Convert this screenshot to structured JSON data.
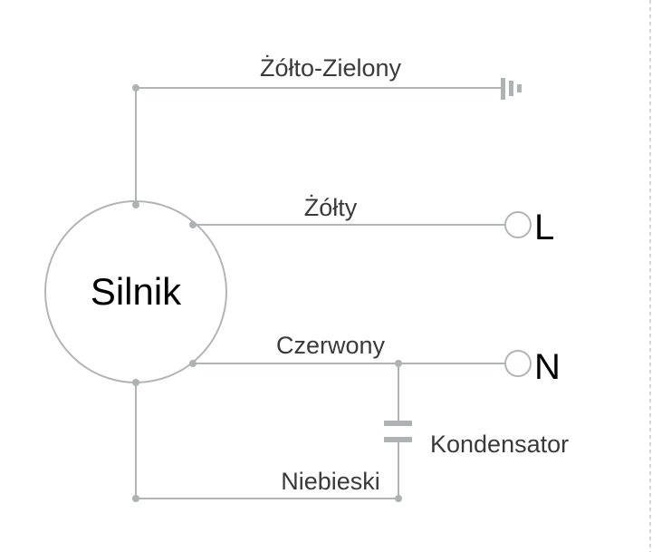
{
  "motor": {
    "label": "Silnik"
  },
  "wires": {
    "ground": "Żółto-Zielony",
    "live": "Żółty",
    "neutral": "Czerwony",
    "blue": "Niebieski"
  },
  "capacitor": {
    "label": "Kondensator"
  },
  "terminals": {
    "live": "L",
    "neutral": "N"
  },
  "colors": {
    "wire": "#b2b5b5",
    "text": "#3a3a3a"
  }
}
